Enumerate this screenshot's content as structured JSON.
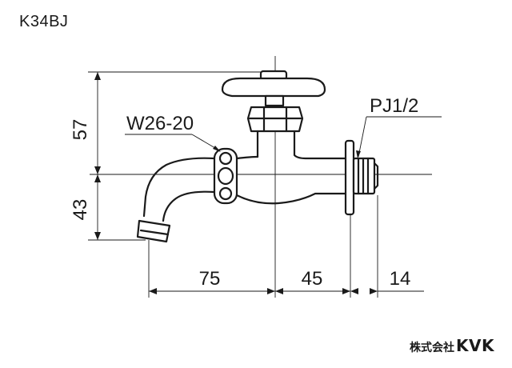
{
  "model_code": "K34BJ",
  "labels": {
    "outlet_size": "W26-20",
    "inlet_thread": "PJ1/2"
  },
  "dimensions": {
    "height_upper": "57",
    "height_lower": "43",
    "length_spout": "75",
    "length_body": "45",
    "length_thread": "14"
  },
  "brand": {
    "prefix": "株式会社",
    "name": "KVK"
  }
}
